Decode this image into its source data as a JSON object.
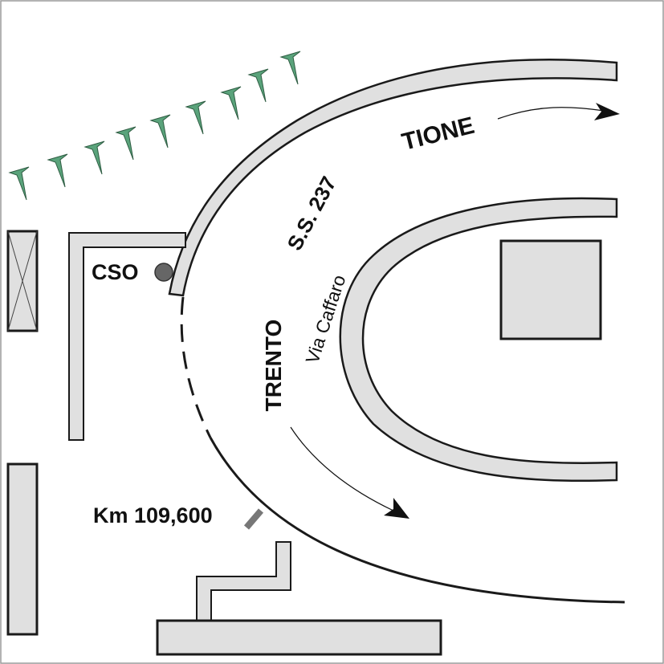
{
  "labels": {
    "destination_north": "TIONE",
    "road_name": "S.S. 237",
    "destination_south": "TRENTO",
    "street_name": "Via Caffaro",
    "station_code": "CSO",
    "kilometer_marker": "Km 109,600"
  },
  "colors": {
    "road_fill": "#e0e0e0",
    "building_fill": "#e0e0e0",
    "outline": "#1a1a1a",
    "tree": "#5aa37b",
    "tree_outline": "#2f5d43",
    "station_marker": "#666666",
    "km_marker": "#777777"
  },
  "icons": {
    "tree": "tree-icon",
    "station": "station-marker-icon",
    "km": "km-marker-icon",
    "arrow": "direction-arrow-icon"
  }
}
